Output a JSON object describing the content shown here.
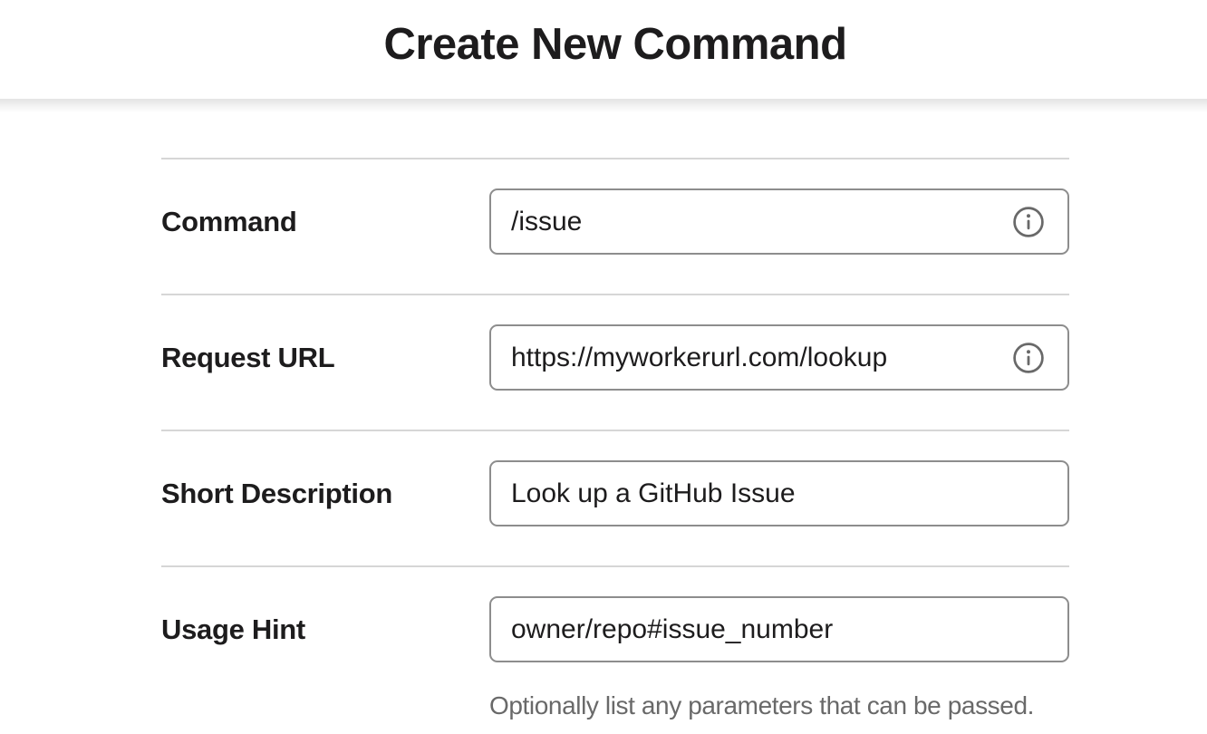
{
  "header": {
    "title": "Create New Command"
  },
  "form": {
    "fields": [
      {
        "id": "command",
        "label": "Command",
        "value": "/issue",
        "has_info_icon": true
      },
      {
        "id": "request-url",
        "label": "Request URL",
        "value": "https://myworkerurl.com/lookup",
        "has_info_icon": true
      },
      {
        "id": "short-description",
        "label": "Short Description",
        "value": "Look up a GitHub Issue",
        "has_info_icon": false
      },
      {
        "id": "usage-hint",
        "label": "Usage Hint",
        "value": "owner/repo#issue_number",
        "has_info_icon": false,
        "help_text": "Optionally list any parameters that can be passed."
      }
    ]
  },
  "icons": {
    "info": "info-icon"
  },
  "colors": {
    "text_primary": "#1d1c1d",
    "text_secondary": "#696969",
    "input_border": "#8d8d8d",
    "divider": "#d6d6d6",
    "background": "#ffffff"
  }
}
